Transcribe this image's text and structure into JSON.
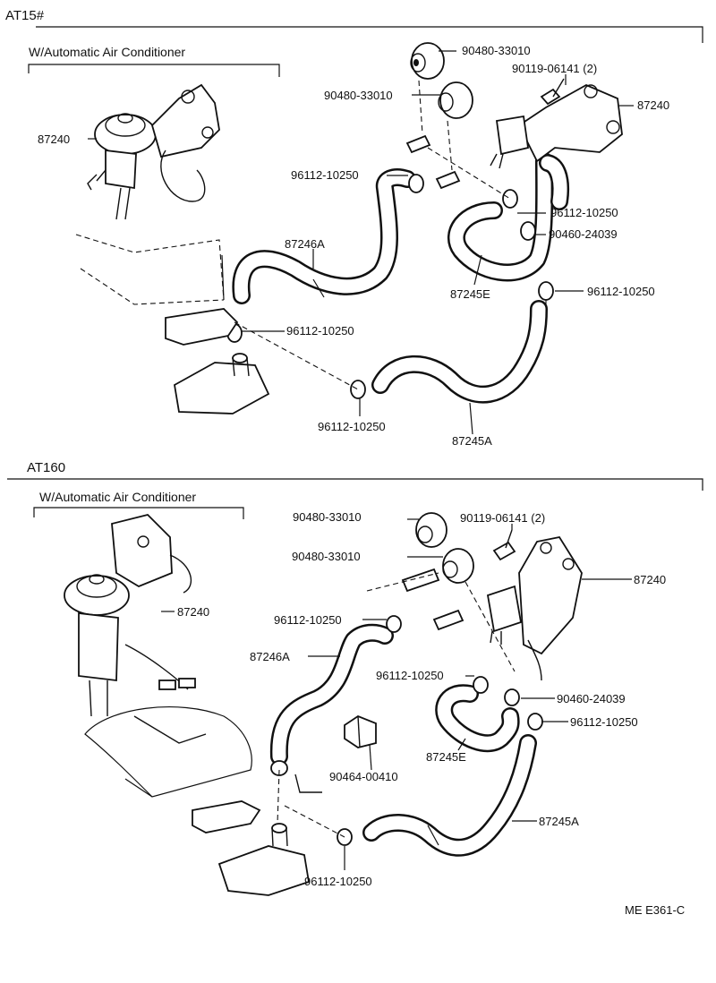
{
  "sections": [
    {
      "id": "at15",
      "title": "AT15#",
      "option": "W/Automatic Air Conditioner",
      "parts": {
        "grommet_upper": "90480-33010",
        "grommet_lower": "90480-33010",
        "bolt": "90119-06141 (2)",
        "valve_right": "87240",
        "valve_left": "87240",
        "clip_a": "96112-10250",
        "clip_b": "96112-10250",
        "clip_c": "96112-10250",
        "clip_d": "96112-10250",
        "clip_e": "96112-10250",
        "clamp": "90460-24039",
        "hose_246a": "87246A",
        "hose_245e": "87245E",
        "hose_245a": "87245A"
      }
    },
    {
      "id": "at160",
      "title": "AT160",
      "option": "W/Automatic Air Conditioner",
      "parts": {
        "grommet_upper": "90480-33010",
        "grommet_lower": "90480-33010",
        "bolt": "90119-06141 (2)",
        "valve_right": "87240",
        "valve_left": "87240",
        "clip_a": "96112-10250",
        "clip_b": "96112-10250",
        "clip_c": "96112-10250",
        "clip_d": "96112-10250",
        "clamp": "90460-24039",
        "hose_246a": "87246A",
        "hose_245e": "87245E",
        "hose_245a": "87245A",
        "bracket": "90464-00410"
      }
    }
  ],
  "diagram_code": "ME E361-C"
}
